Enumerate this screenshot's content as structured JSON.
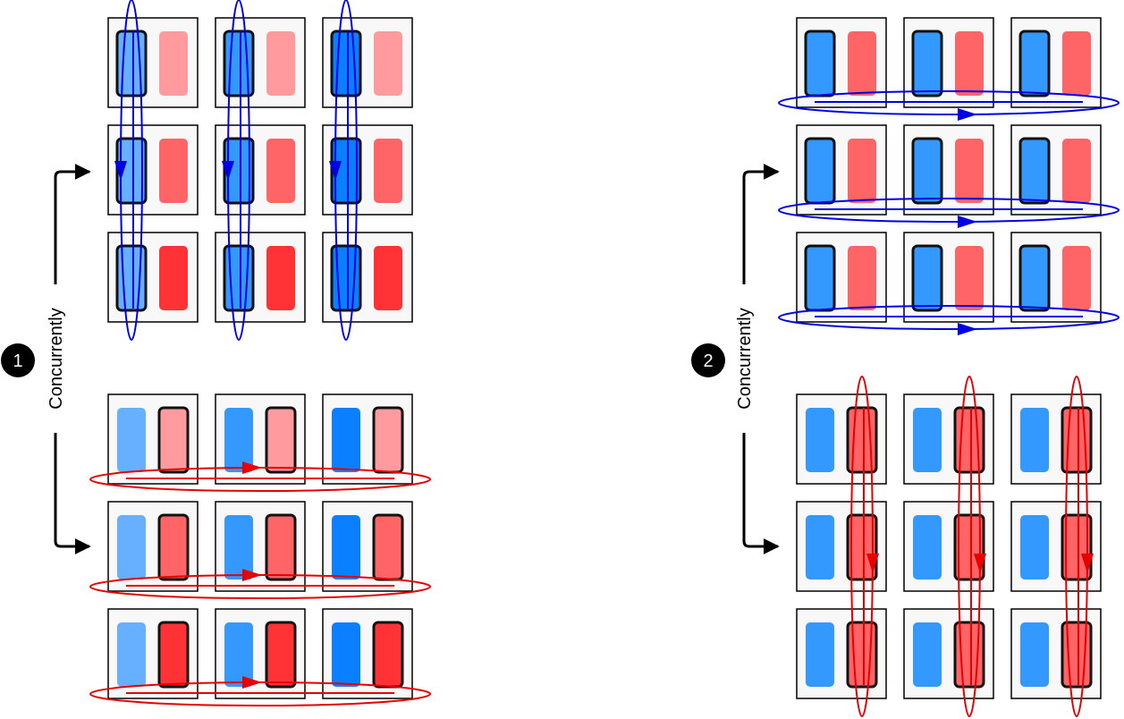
{
  "diagram": {
    "steps": [
      {
        "badge": "1",
        "label": "Concurrently",
        "top_grid": {
          "blue_fill_by_col": [
            "#66b0ff",
            "#3399ff",
            "#0a7fff"
          ],
          "red_fill_by_row": [
            "#ff9b9e",
            "#ff6466",
            "#ff3336"
          ],
          "highlight": "blue",
          "loop_color": "#0000e6",
          "loop_direction": "vertical"
        },
        "bottom_grid": {
          "blue_fill_by_col": [
            "#66b0ff",
            "#3399ff",
            "#0a7fff"
          ],
          "red_fill_by_row": [
            "#ff9b9e",
            "#ff6466",
            "#ff3336"
          ],
          "highlight": "red",
          "loop_color": "#e60000",
          "loop_direction": "horizontal"
        }
      },
      {
        "badge": "2",
        "label": "Concurrently",
        "top_grid": {
          "blue_fill_by_col": [
            "#3399ff",
            "#3399ff",
            "#3399ff"
          ],
          "red_fill_by_row": [
            "#ff6466",
            "#ff6466",
            "#ff6466"
          ],
          "highlight": "blue",
          "loop_color": "#0000e6",
          "loop_direction": "horizontal"
        },
        "bottom_grid": {
          "blue_fill_by_col": [
            "#3399ff",
            "#3399ff",
            "#3399ff"
          ],
          "red_fill_by_row": [
            "#ff6466",
            "#ff6466",
            "#ff6466"
          ],
          "highlight": "red",
          "loop_color": "#e60000",
          "loop_direction": "vertical"
        }
      }
    ]
  }
}
